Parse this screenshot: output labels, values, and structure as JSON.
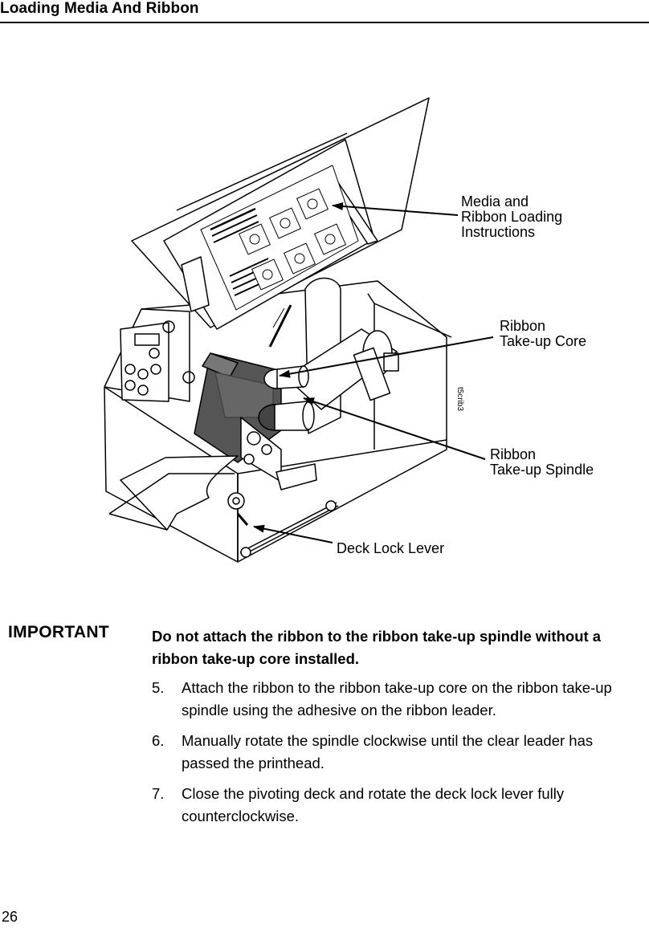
{
  "header": {
    "title": "Loading Media And Ribbon"
  },
  "figure": {
    "callouts": {
      "media_instructions": "Media and\nRibbon Loading\nInstructions",
      "ribbon_core": "Ribbon\nTake-up Core",
      "ribbon_spindle": "Ribbon\nTake-up Spindle",
      "deck_lever": "Deck Lock Lever"
    },
    "figure_id": "t5crib3"
  },
  "important": {
    "label": "IMPORTANT",
    "text": "Do not attach the ribbon to the ribbon take-up spindle without a ribbon take-up core installed."
  },
  "steps": [
    {
      "number": "5.",
      "text": "Attach the ribbon to the ribbon take-up core on the ribbon take-up spindle using the adhesive on the ribbon leader."
    },
    {
      "number": "6.",
      "text": "Manually rotate the spindle clockwise until the clear leader has passed the printhead."
    },
    {
      "number": "7.",
      "text": "Close the pivoting deck and rotate the deck lock lever fully counterclockwise."
    }
  ],
  "page": {
    "number": "26"
  }
}
